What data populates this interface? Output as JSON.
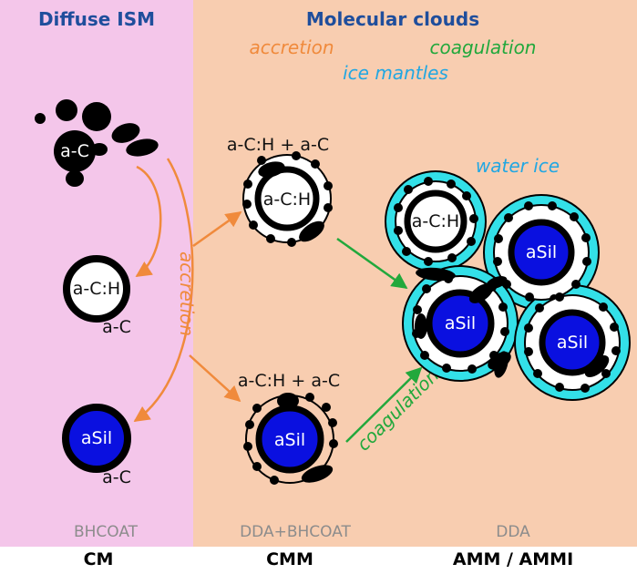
{
  "panels": {
    "diffuse_title": "Diffuse ISM",
    "molecular_title": "Molecular clouds"
  },
  "processes": {
    "accretion": "accretion",
    "coagulation": "coagulation",
    "ice_mantles": "ice mantles"
  },
  "arrow_labels": {
    "accretion": "accretion",
    "coagulation": "coagulation"
  },
  "grains": {
    "aC": "a-C",
    "aCH_core": "a-C:H",
    "aC_mantle": "a-C",
    "aSil": "aSil",
    "aSil_mantle": "a-C",
    "cmm_top_label": "a-C:H + a-C",
    "cmm_top_core": "a-C:H",
    "cmm_bottom_label": "a-C:H + a-C",
    "cmm_bottom_core": "aSil",
    "water_ice": "water ice",
    "agg_core1": "a-C:H",
    "agg_core2": "aSil",
    "agg_core3": "aSil",
    "agg_core4": "aSil"
  },
  "models": {
    "left": "BHCOAT",
    "middle": "DDA+BHCOAT",
    "right": "DDA"
  },
  "footer": {
    "left": "CM",
    "middle": "CMM",
    "right": "AMM / AMMI"
  },
  "colors": {
    "diffuse_bg": "#f4c6ea",
    "molecular_bg": "#f8cdb0",
    "title": "#1f4e9c",
    "accretion": "#f08a3c",
    "coagulation": "#22a83c",
    "ice": "#22a7e2",
    "ice_fill": "#33e0e8",
    "silicate": "#0a10e0",
    "model_label": "#8c8c8c"
  }
}
